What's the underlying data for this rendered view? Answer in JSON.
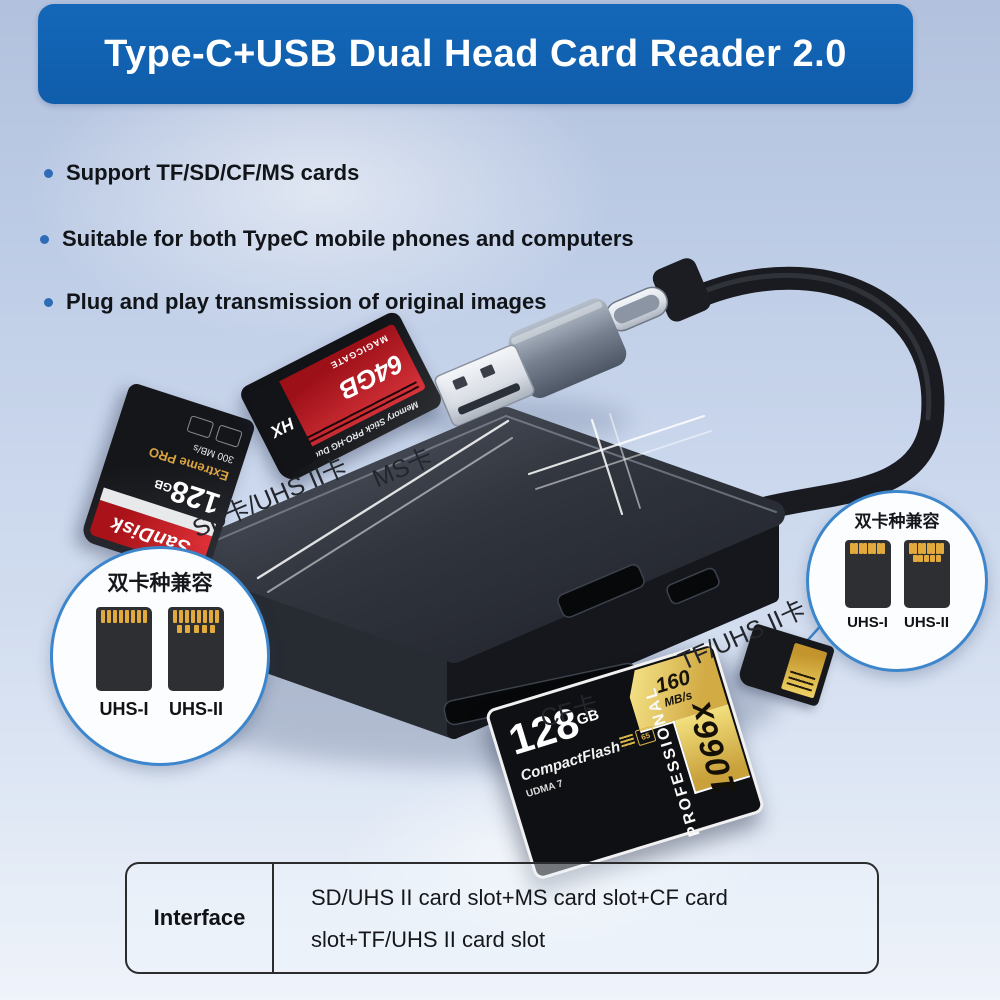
{
  "banner": {
    "title": "Type-C+USB Dual Head Card Reader 2.0"
  },
  "features": [
    "Support TF/SD/CF/MS cards",
    "Suitable for both TypeC mobile phones and computers",
    "Plug and play transmission of original images"
  ],
  "slot_labels": {
    "sd": "SD卡/UHS II卡",
    "ms": "MS卡",
    "cf": "CF卡",
    "tf": "TF/UHS II卡"
  },
  "cards": {
    "sd": {
      "brand": "SanDisk",
      "capacity": "128",
      "unit": "GB",
      "series": "Extreme PRO",
      "speed": "300 MB/s"
    },
    "ms": {
      "name": "Memory Stick PRO-HG Duo",
      "capacity": "64GB",
      "magicgate": "MAGICGATE",
      "badge": "HX"
    },
    "cf": {
      "capacity": "128",
      "unit": "GB",
      "type": "CompactFlash",
      "udma": "UDMA 7",
      "speed_value": "160",
      "speed_unit": "MB/s",
      "rating": "1066x",
      "series": "PROFESSIONAL",
      "vpg": "65"
    }
  },
  "callouts": {
    "left": {
      "title": "双卡种兼容",
      "cards": [
        {
          "label": "UHS-I"
        },
        {
          "label": "UHS-II"
        }
      ]
    },
    "right": {
      "title": "双卡种兼容",
      "cards": [
        {
          "label": "UHS-I"
        },
        {
          "label": "UHS-II"
        }
      ]
    }
  },
  "spec_table": {
    "label": "Interface",
    "value_line1": "SD/UHS II card slot+MS card slot+CF card",
    "value_line2": "slot+TF/UHS II card slot"
  },
  "colors": {
    "banner_bg": "#1061b0",
    "accent_blue": "#3d86cc",
    "bullet_dot": "#2e6cb8",
    "reader_body": "#2b2f38",
    "gold": "#d9a441"
  }
}
